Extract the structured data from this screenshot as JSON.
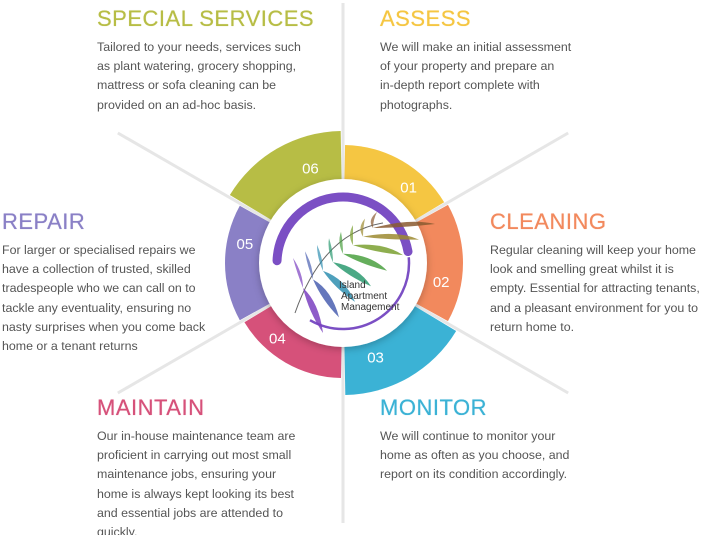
{
  "steps": [
    {
      "num": "01",
      "title": "ASSESS",
      "color": "#f5c642",
      "lines": [
        "We will make an initial assessment",
        "of your property and prepare an",
        "in-depth report  complete with",
        "photographs."
      ]
    },
    {
      "num": "02",
      "title": "CLEANING",
      "color": "#f2895d",
      "lines": [
        "Regular cleaning will keep your home",
        "look and smelling great whilst it is",
        "empty. Essential for attracting tenants,",
        "and a pleasant environment for you to",
        "return home to."
      ]
    },
    {
      "num": "03",
      "title": "MONITOR",
      "color": "#3bb2d5",
      "lines": [
        "We will continue to monitor your",
        "home as often as you choose, and",
        "report on its condition accordingly."
      ]
    },
    {
      "num": "04",
      "title": "MAINTAIN",
      "color": "#d6517a",
      "lines": [
        "Our in-house maintenance team are",
        "proficient in carrying out most small",
        "maintenance jobs, ensuring your",
        "home is always kept looking its best",
        "and essential jobs are attended to",
        "quickly."
      ]
    },
    {
      "num": "05",
      "title": "REPAIR",
      "color": "#8a80c6",
      "lines": [
        "For larger or specialised repairs we",
        "have a collection of trusted, skilled",
        "tradespeople who we can call on to",
        "tackle any eventuality, ensuring no",
        "nasty surprises when you come back",
        "home or a tenant returns"
      ]
    },
    {
      "num": "06",
      "title": "SPECIAL SERVICES",
      "color": "#b7bd45",
      "lines": [
        "Tailored to your needs, services such",
        "as plant watering, grocery shopping,",
        "mattress or sofa cleaning can be",
        "provided on an ad-hoc basis."
      ]
    }
  ],
  "logo": {
    "lines": [
      "Island",
      "Apartment",
      "Management"
    ],
    "ring_color": "#7b4fc4"
  }
}
